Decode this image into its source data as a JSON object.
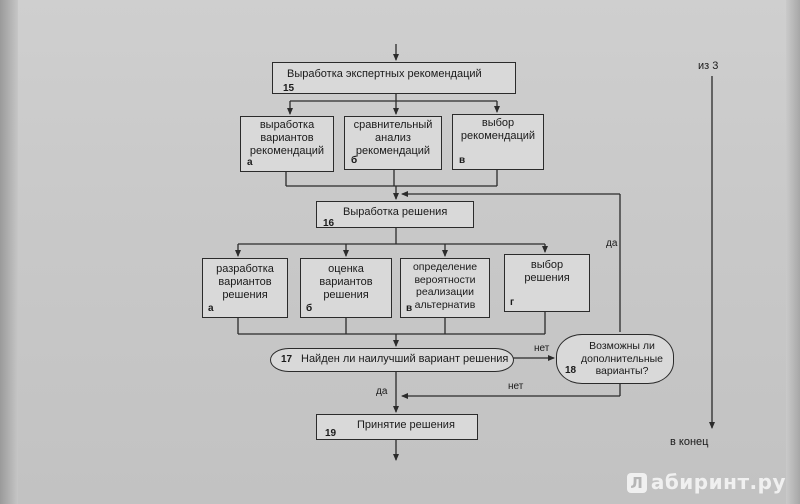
{
  "watermark": {
    "logo_letter": "Л",
    "text": "абиринт.ру"
  },
  "side": {
    "from_label": "из 3",
    "to_label": "в конец"
  },
  "step15": {
    "title": "Выработка экспертных рекомендаций",
    "number": "15",
    "subs": [
      {
        "text": "выработка вариантов рекомендаций",
        "letter": "а"
      },
      {
        "text": "сравнительный анализ рекомендаций",
        "letter": "б"
      },
      {
        "text": "выбор рекомендаций",
        "letter": "в"
      }
    ]
  },
  "step16": {
    "title": "Выработка решения",
    "number": "16",
    "subs": [
      {
        "text": "разработка вариантов решения",
        "letter": "а"
      },
      {
        "text": "оценка вариантов решения",
        "letter": "б"
      },
      {
        "text": "определение вероятности реализации альтернатив",
        "letter": "в"
      },
      {
        "text": "выбор решения",
        "letter": "г"
      }
    ]
  },
  "step17": {
    "number": "17",
    "question": "Найден ли наилучший вариант решения"
  },
  "step18": {
    "number": "18",
    "question": "Возможны ли дополнительные варианты?"
  },
  "step19": {
    "number": "19",
    "title": "Принятие решения"
  },
  "edges": {
    "yes_16": "да",
    "no_17": "нет",
    "yes_17": "да",
    "no_18": "нет"
  }
}
